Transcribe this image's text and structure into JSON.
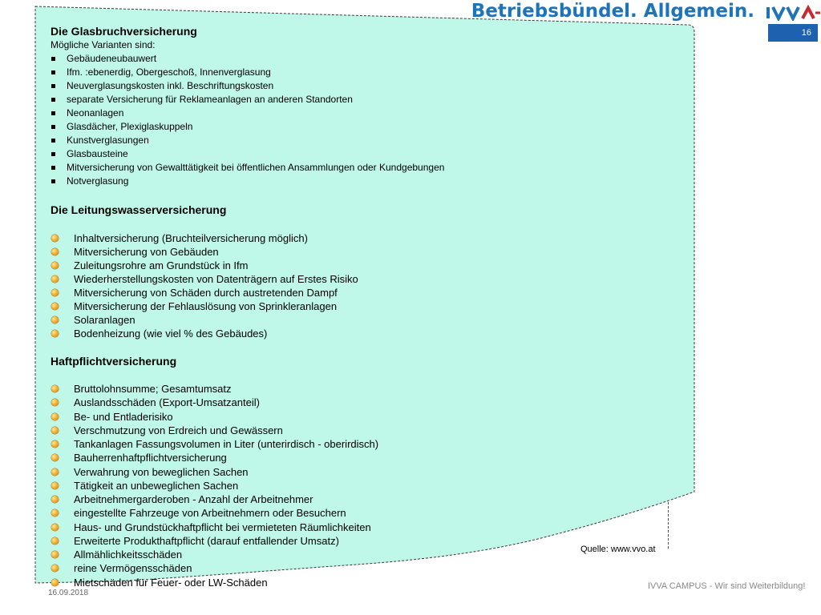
{
  "header": {
    "title": "Betriebsbündel. Allgemein.",
    "logo_text": "IVVA",
    "slide_number": "16"
  },
  "glas": {
    "title": "Die Glasbruchversicherung",
    "subtitle": "Mögliche Varianten sind:",
    "items": [
      "Gebäudeneubauwert",
      "Ifm. :ebenerdig, Obergeschoß, Innenverglasung",
      "Neuverglasungskosten inkl. Beschriftungskosten",
      "separate Versicherung für Reklameanlagen an anderen Standorten",
      "Neonanlagen",
      "Glasdächer, Plexiglaskuppeln",
      "Kunstverglasungen",
      "Glasbausteine",
      "Mitversicherung von Gewalttätigkeit bei öffentlichen Ansammlungen oder Kundgebungen",
      "Notverglasung"
    ]
  },
  "leitung": {
    "title": "Die Leitungswasserversicherung",
    "items": [
      "Inhaltversicherung (Bruchteilversicherung möglich)",
      "Mitversicherung von Gebäuden",
      "Zuleitungsrohre am Grundstück in Ifm",
      "Wiederherstellungskosten von Datenträgern auf Erstes Risiko",
      "Mitversicherung von Schäden durch austretenden Dampf",
      "Mitversicherung der Fehlauslösung von Sprinkleranlagen",
      "Solaranlagen",
      "Bodenheizung (wie viel % des Gebäudes)"
    ]
  },
  "haft": {
    "title": "Haftpflichtversicherung",
    "items": [
      "Bruttolohnsumme; Gesamtumsatz",
      "Auslandsschäden (Export-Umsatzanteil)",
      "Be- und Entladerisiko",
      "Verschmutzung von Erdreich und Gewässern",
      "Tankanlagen Fassungsvolumen in Liter (unterirdisch - oberirdisch)",
      "Bauherrenhaftpflichtversicherung",
      "Verwahrung von beweglichen Sachen",
      "Tätigkeit an unbeweglichen Sachen",
      "Arbeitnehmergarderoben - Anzahl der Arbeitnehmer",
      "eingestellte Fahrzeuge von Arbeitnehmern oder Besuchern",
      "Haus- und Grundstückhaftpflicht bei vermieteten Räumlichkeiten",
      "Erweiterte Produkthaftpflicht (darauf entfallender Umsatz)",
      "Allmählichkeitsschäden",
      "reine Vermögensschäden",
      "Mietschäden für Feuer- oder LW-Schäden"
    ]
  },
  "source": "Quelle: www.vvo.at",
  "footer": {
    "date": "16.09.2018",
    "campus": "IVVA CAMPUS - Wir sind Weiterbildung!"
  },
  "colors": {
    "panel_fill": "#bff7e9",
    "panel_border": "#3a3a3a",
    "title_blue": "#1e73b9",
    "slide_number_bg": "#1d62ae",
    "bullet_orange": "#f4b233"
  }
}
